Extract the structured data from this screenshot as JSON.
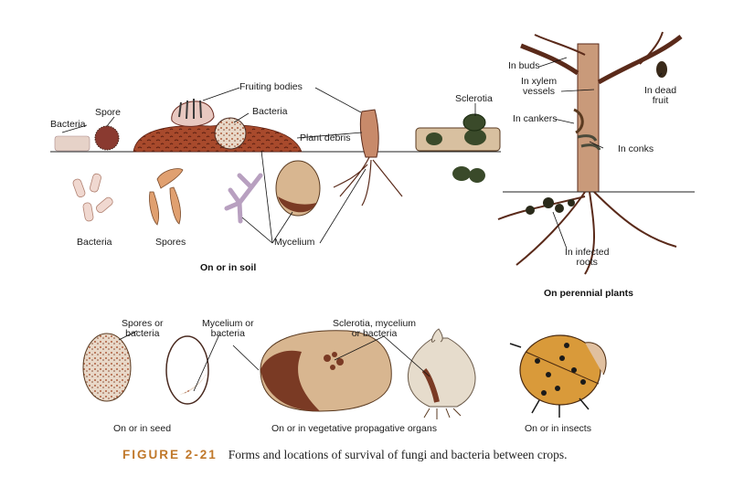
{
  "labels": {
    "bacteria_top": "Bacteria",
    "spore": "Spore",
    "fruiting_bodies": "Fruiting bodies",
    "bacteria_mid": "Bacteria",
    "plant_debris": "Plant debris",
    "sclerotia": "Sclerotia",
    "bacteria_bottom": "Bacteria",
    "spores": "Spores",
    "mycelium": "Mycelium",
    "in_buds": "In buds",
    "in_xylem": "In xylem\nvessels",
    "in_dead_fruit": "In dead\nfruit",
    "in_cankers": "In cankers",
    "in_conks": "In conks",
    "in_infected_roots": "In infected\nroots",
    "spores_or_bacteria": "Spores or\nbacteria",
    "mycelium_or_bacteria": "Mycelium or\nbacteria",
    "sclerotia_mycelium": "Sclerotia, mycelium\nor bacteria"
  },
  "sections": {
    "soil": "On or in soil",
    "perennial": "On perennial plants",
    "seed": "On or in seed",
    "vegetative": "On or in vegetative propagative organs",
    "insects": "On or in insects"
  },
  "caption": {
    "number": "FIGURE 2-21",
    "text": "Forms and locations of survival of fungi and bacteria between crops."
  },
  "colors": {
    "soil": "#a0452a",
    "potato_tan": "#d8b690",
    "potato_dark": "#7a3a24",
    "beetle": "#d99a3a",
    "tree": "#c99a7a",
    "sclerotia": "#3a4a2a"
  }
}
